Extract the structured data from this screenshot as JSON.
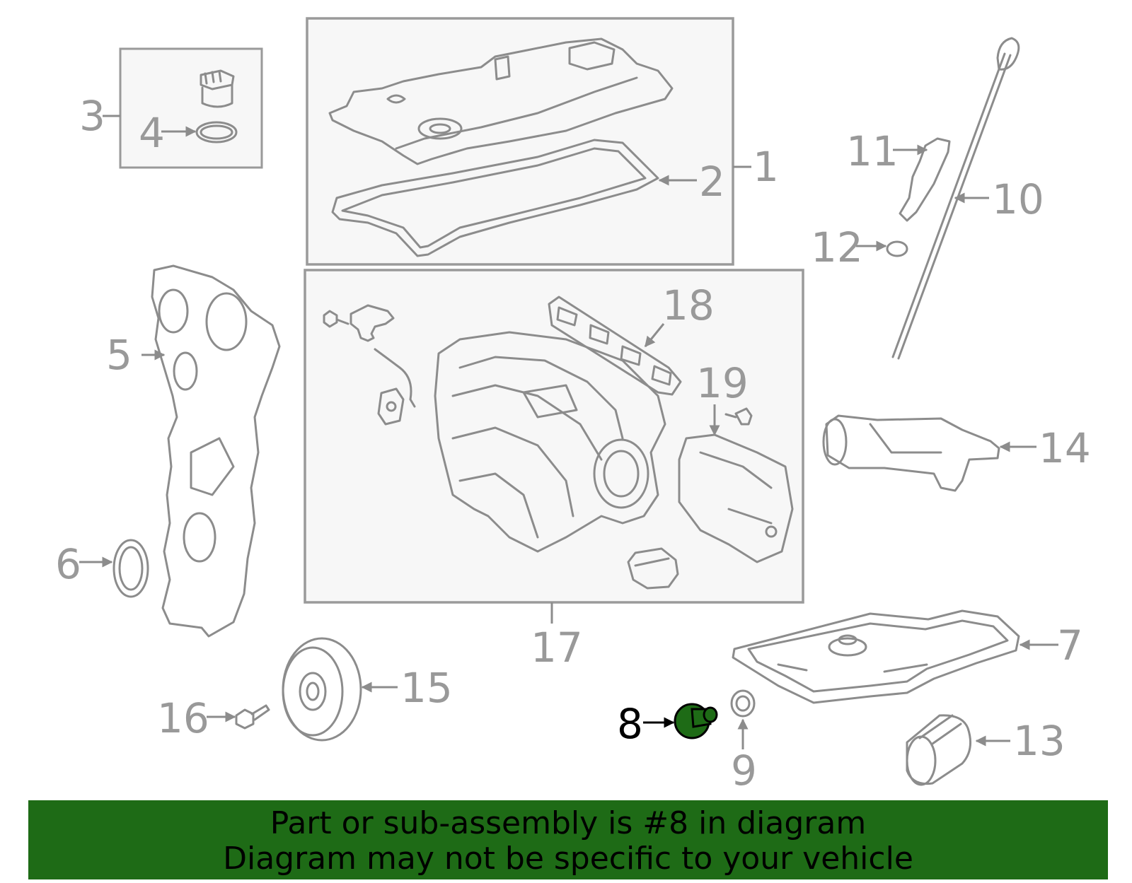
{
  "diagram": {
    "callouts": {
      "c1": "1",
      "c2": "2",
      "c3": "3",
      "c4": "4",
      "c5": "5",
      "c6": "6",
      "c7": "7",
      "c8": "8",
      "c9": "9",
      "c10": "10",
      "c11": "11",
      "c12": "12",
      "c13": "13",
      "c14": "14",
      "c15": "15",
      "c16": "16",
      "c17": "17",
      "c18": "18",
      "c19": "19"
    },
    "highlighted_part": "8",
    "colors": {
      "line": "#8c8c8c",
      "highlight_fill": "#1e6b16",
      "banner": "#1e6b16"
    }
  },
  "banner": {
    "line1": "Part or sub-assembly is #8 in diagram",
    "line2": "Diagram may not be specific to your vehicle"
  }
}
